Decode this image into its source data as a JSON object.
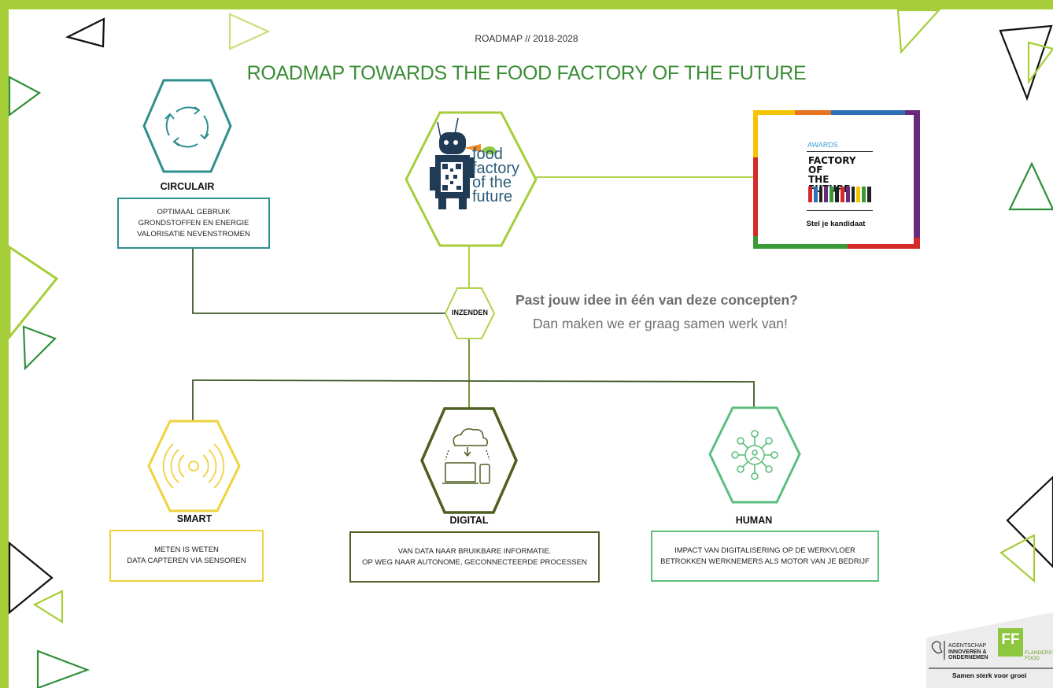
{
  "header": {
    "subtitle": "ROADMAP // 2018-2028",
    "title": "ROADMAP TOWARDS THE FOOD FACTORY OF THE FUTURE"
  },
  "concepts": {
    "circulair": {
      "label": "CIRCULAIR",
      "lines": [
        "OPTIMAAL GEBRUIK",
        "GRONDSTOFFEN EN ENERGIE",
        "VALORISATIE NEVENSTROMEN"
      ],
      "color": "#2f8f8f",
      "icon": "recycle-arrows-icon"
    },
    "smart": {
      "label": "SMART",
      "lines": [
        "METEN IS WETEN",
        "DATA CAPTEREN VIA SENSOREN"
      ],
      "color": "#f0d23c",
      "icon": "sensor-waves-icon"
    },
    "digital": {
      "label": "DIGITAL",
      "lines": [
        "VAN DATA NAAR BRUIKBARE INFORMATIE.",
        "OP WEG NAAR AUTONOME, GECONNECTEERDE PROCESSEN"
      ],
      "color": "#4d5f22",
      "icon": "cloud-devices-icon"
    },
    "human": {
      "label": "HUMAN",
      "lines": [
        "IMPACT VAN DIGITALISERING OP DE  WERKVLOER",
        "BETROKKEN WERKNEMERS ALS MOTOR VAN JE BEDRIJF"
      ],
      "color": "#5dbf7d",
      "icon": "network-hub-icon"
    }
  },
  "hub": {
    "label": "INZENDEN",
    "logo_text": [
      "food",
      "factory",
      "of the",
      "future"
    ],
    "logo_icon": "robot-mascot-icon"
  },
  "prompt": {
    "question": "Past jouw idee in één van deze concepten?",
    "answer": "Dan maken we er graag samen werk van!"
  },
  "award": {
    "label": "AWARDS",
    "title": [
      "FACTORY OF",
      "THE FUTURE"
    ],
    "cta": "Stel je kandidaat",
    "stripe_colors": [
      "#d42a2a",
      "#2e6fb7",
      "#f5c400",
      "#6a2a7a",
      "#3a9a3a",
      "#e7741e"
    ]
  },
  "footer": {
    "agency_lines": [
      "AGENTSCHAP",
      "INNOVEREN &",
      "ONDERNEMEN"
    ],
    "ff_mark": "FF",
    "ff_text": [
      "FLANDERS'",
      "FOOD"
    ],
    "tagline": "Samen sterk voor groei",
    "icon": "flemish-lion-icon"
  },
  "colors": {
    "lime": "#a6ce39",
    "dark_green": "#3a8d35",
    "olive": "#4d5f22",
    "teal": "#2f8f8f",
    "yellow": "#f0d23c",
    "mint": "#5dbf7d"
  }
}
